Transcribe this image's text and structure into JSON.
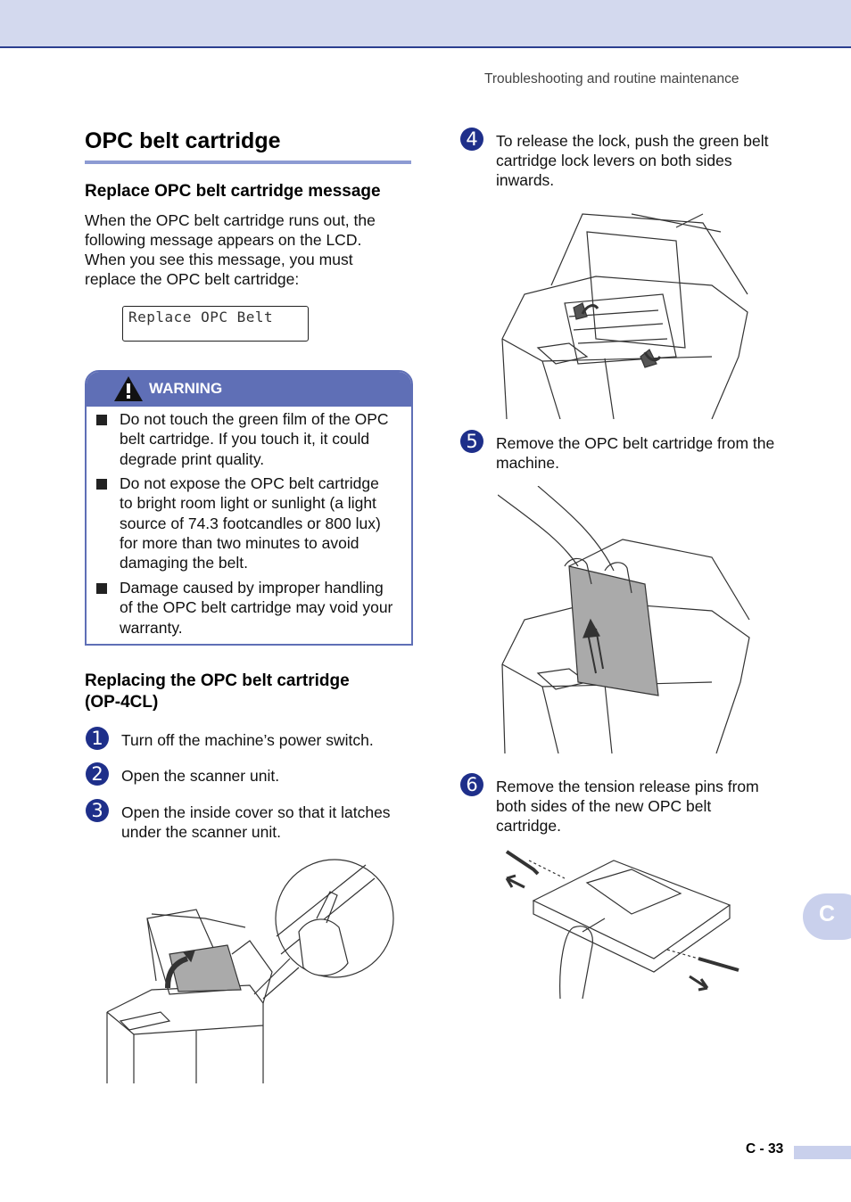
{
  "header": {
    "running_head": "Troubleshooting and routine maintenance"
  },
  "left": {
    "title": "OPC belt cartridge",
    "section1_heading": "Replace OPC belt cartridge message",
    "section1_lines": [
      "When the OPC belt cartridge runs out, the",
      "following message appears on the LCD.",
      "When you see this message, you must",
      "replace the OPC belt cartridge:"
    ],
    "lcd_message": "Replace OPC Belt",
    "warning": {
      "title": "WARNING",
      "items": [
        [
          "Do not touch the green film of the OPC",
          "belt cartridge. If you touch it, it could",
          "degrade print quality."
        ],
        [
          "Do not expose the OPC belt cartridge",
          "to bright room light or sunlight (a light",
          "source of 74.3 footcandles or 800 lux)",
          "for more than two minutes to avoid",
          "damaging the belt."
        ],
        [
          "Damage caused by improper handling",
          "of the OPC belt cartridge may void your",
          "warranty."
        ]
      ]
    },
    "section2_heading": [
      "Replacing the OPC belt cartridge",
      "(OP-4CL)"
    ],
    "steps": [
      {
        "num": "1",
        "lines": [
          "Turn off the machine’s power switch."
        ]
      },
      {
        "num": "2",
        "lines": [
          "Open the scanner unit."
        ]
      },
      {
        "num": "3",
        "lines": [
          "Open the inside cover so that it latches",
          "under the scanner unit."
        ]
      }
    ]
  },
  "right": {
    "steps": [
      {
        "num": "4",
        "lines": [
          "To release the lock, push the green belt",
          "cartridge lock levers on both sides",
          "inwards."
        ]
      },
      {
        "num": "5",
        "lines": [
          "Remove the OPC belt cartridge from the",
          "machine."
        ]
      },
      {
        "num": "6",
        "lines": [
          "Remove the tension release pins from",
          "both sides of the new OPC belt",
          "cartridge."
        ]
      }
    ]
  },
  "side_tab": "C",
  "footer": {
    "page_number": "C - 33"
  },
  "colors": {
    "accent": "#1e2f8a",
    "warning_bg": "#5f6fb6",
    "band": "#d3d9ee"
  }
}
